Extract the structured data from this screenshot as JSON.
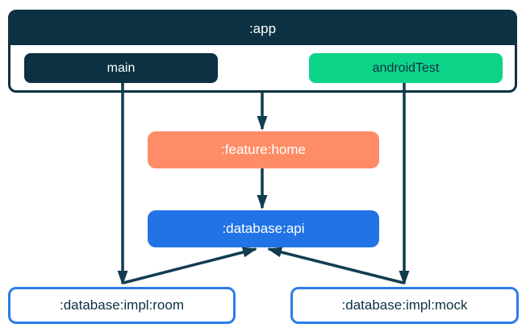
{
  "app_container": {
    "title": ":app",
    "source_sets": [
      {
        "id": "main",
        "label": "main"
      },
      {
        "id": "androidTest",
        "label": "androidTest"
      }
    ]
  },
  "modules": {
    "feature_home": {
      "label": ":feature:home"
    },
    "database_api": {
      "label": ":database:api"
    },
    "database_impl_room": {
      "label": ":database:impl:room"
    },
    "database_impl_mock": {
      "label": ":database:impl:mock"
    }
  },
  "edges": [
    {
      "from": ":app (main)",
      "to": ":database:impl:room"
    },
    {
      "from": ":app",
      "to": ":feature:home"
    },
    {
      "from": ":feature:home",
      "to": ":database:api"
    },
    {
      "from": ":app (androidTest)",
      "to": ":database:impl:mock"
    },
    {
      "from": ":database:impl:room",
      "to": ":database:api"
    },
    {
      "from": ":database:impl:mock",
      "to": ":database:api"
    }
  ],
  "colors": {
    "navy": "#0b3142",
    "green": "#0ed48a",
    "coral": "#fe8c67",
    "blue": "#2173e6",
    "impl_border_blue": "#2b7de9",
    "arrow": "#123c4f",
    "background": "#ffffff"
  }
}
